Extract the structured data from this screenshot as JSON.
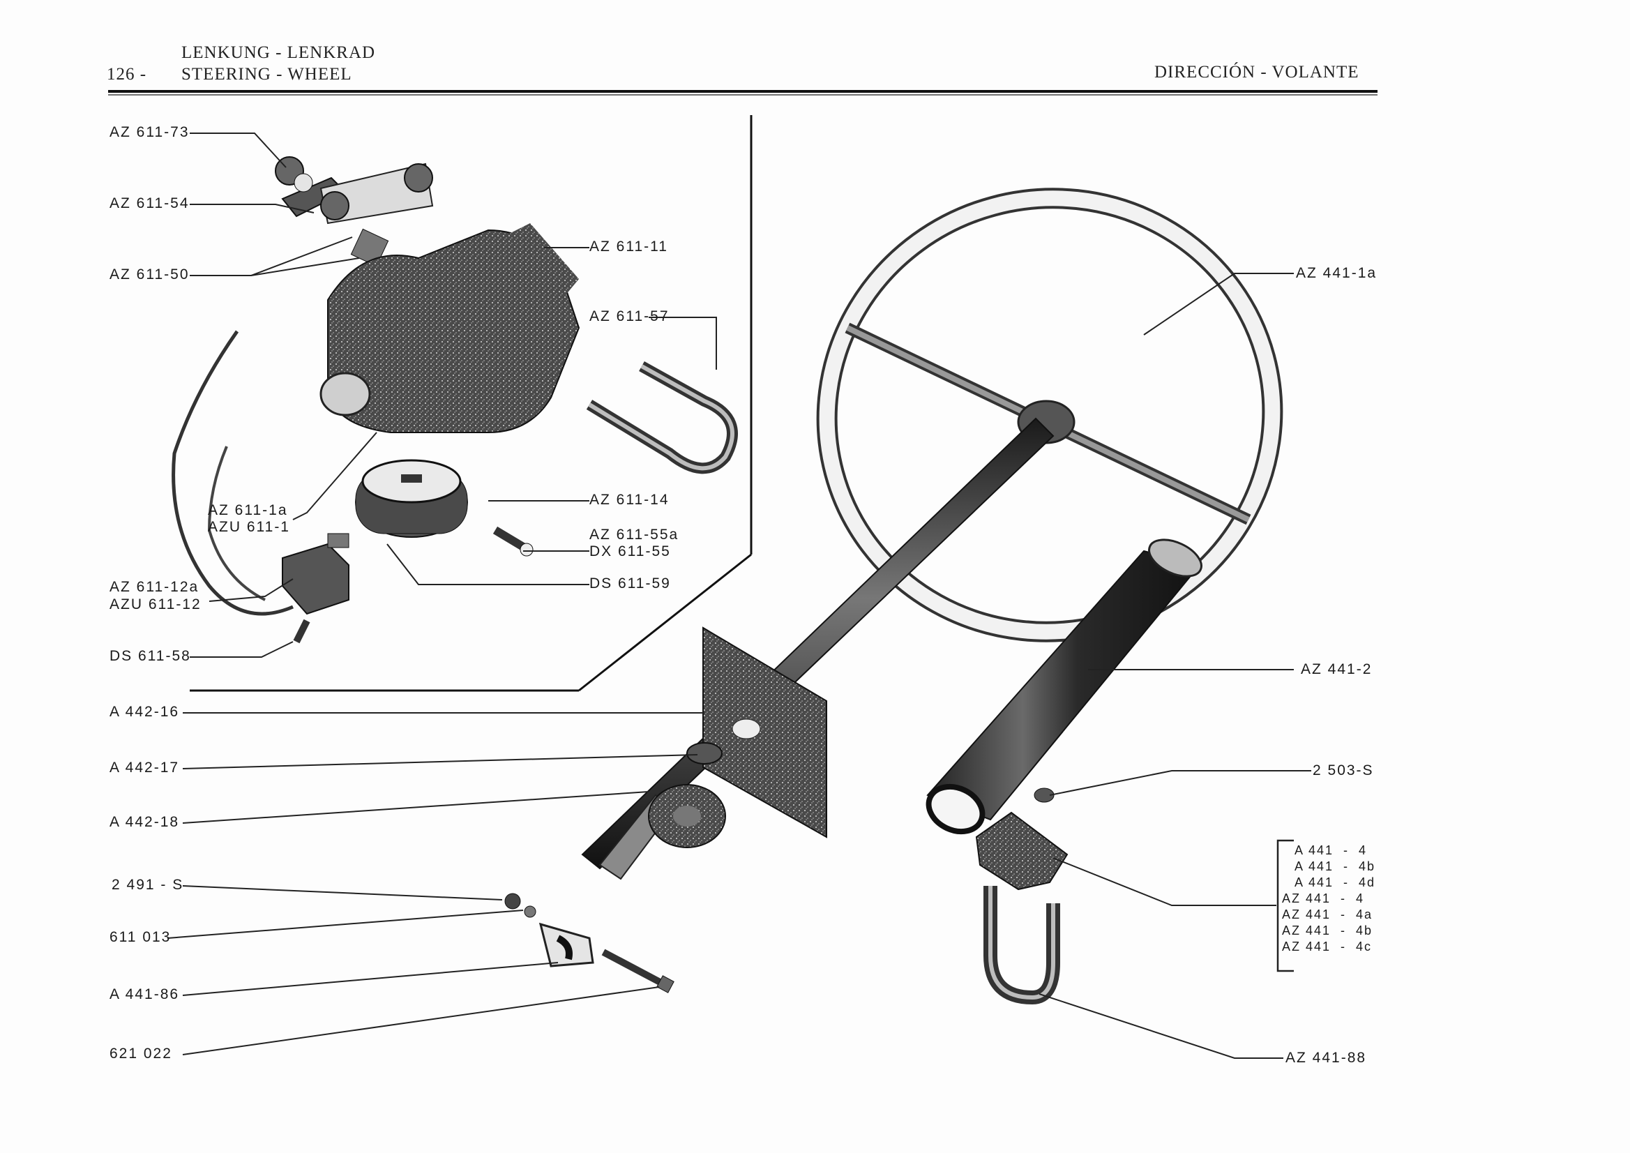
{
  "header": {
    "page_number": "126 -",
    "title_de": "LENKUNG - LENKRAD",
    "title_en": "STEERING - WHEEL",
    "title_es": "DIRECCIÓN - VOLANTE"
  },
  "labels": {
    "az611_73": "AZ 611-73",
    "az611_54": "AZ 611-54",
    "az611_50": "AZ 611-50",
    "az611_11": "AZ 611-11",
    "az611_57": "AZ 611-57",
    "az611_1a": "AZ 611-1a",
    "azu611_1": "AZU 611-1",
    "az611_14": "AZ 611-14",
    "az611_55a": "AZ 611-55a",
    "dx611_55": "DX 611-55",
    "ds611_59": "DS 611-59",
    "az611_12a": "AZ 611-12a",
    "azu611_12": "AZU 611-12",
    "ds611_58": "DS 611-58",
    "a442_16": "A 442-16",
    "a442_17": "A 442-17",
    "a442_18": "A 442-18",
    "p2491_s": "2 491 - S",
    "p611013": "611 013",
    "a441_86": "A 441-86",
    "p621022": "621 022",
    "az441_1a": "AZ 441-1a",
    "az441_2": "AZ 441-2",
    "p2503_s": "2 503-S",
    "az441_88": "AZ 441-88"
  },
  "bracket_group": [
    "A 441  -  4",
    "A 441  -  4b",
    "A 441  -  4d",
    "AZ 441  -  4",
    "AZ 441  -  4a",
    "AZ 441  -  4b",
    "AZ 441  -  4c"
  ]
}
